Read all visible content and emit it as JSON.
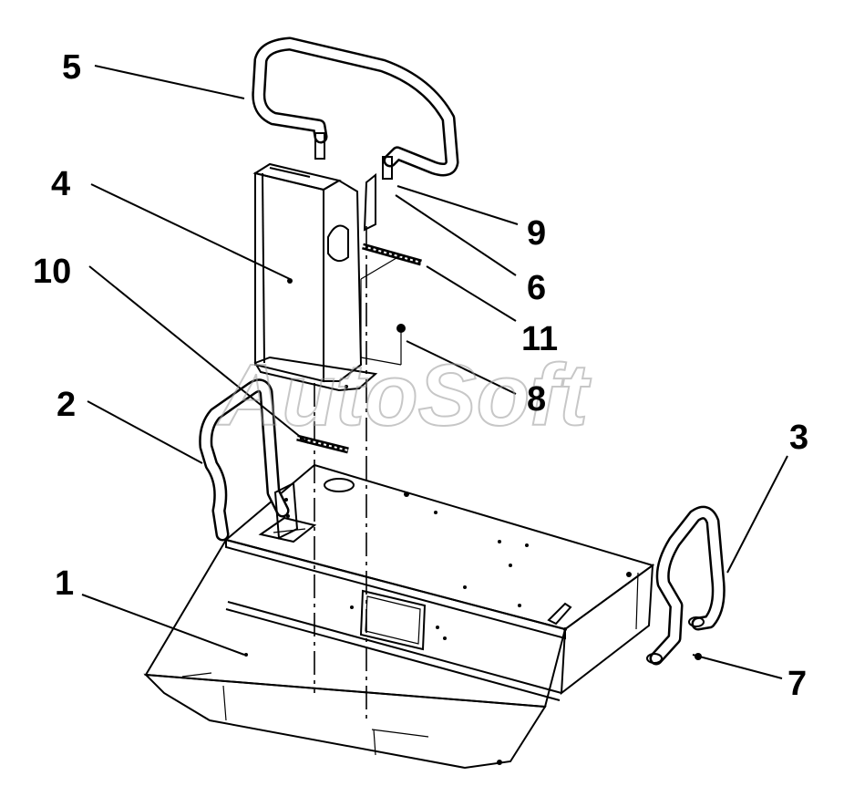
{
  "diagram": {
    "callouts": [
      {
        "id": "5",
        "label": "5"
      },
      {
        "id": "4",
        "label": "4"
      },
      {
        "id": "10",
        "label": "10"
      },
      {
        "id": "9",
        "label": "9"
      },
      {
        "id": "6",
        "label": "6"
      },
      {
        "id": "11",
        "label": "11"
      },
      {
        "id": "8",
        "label": "8"
      },
      {
        "id": "2",
        "label": "2"
      },
      {
        "id": "3",
        "label": "3"
      },
      {
        "id": "1",
        "label": "1"
      },
      {
        "id": "7",
        "label": "7"
      }
    ],
    "watermark": "AutoSoft"
  }
}
